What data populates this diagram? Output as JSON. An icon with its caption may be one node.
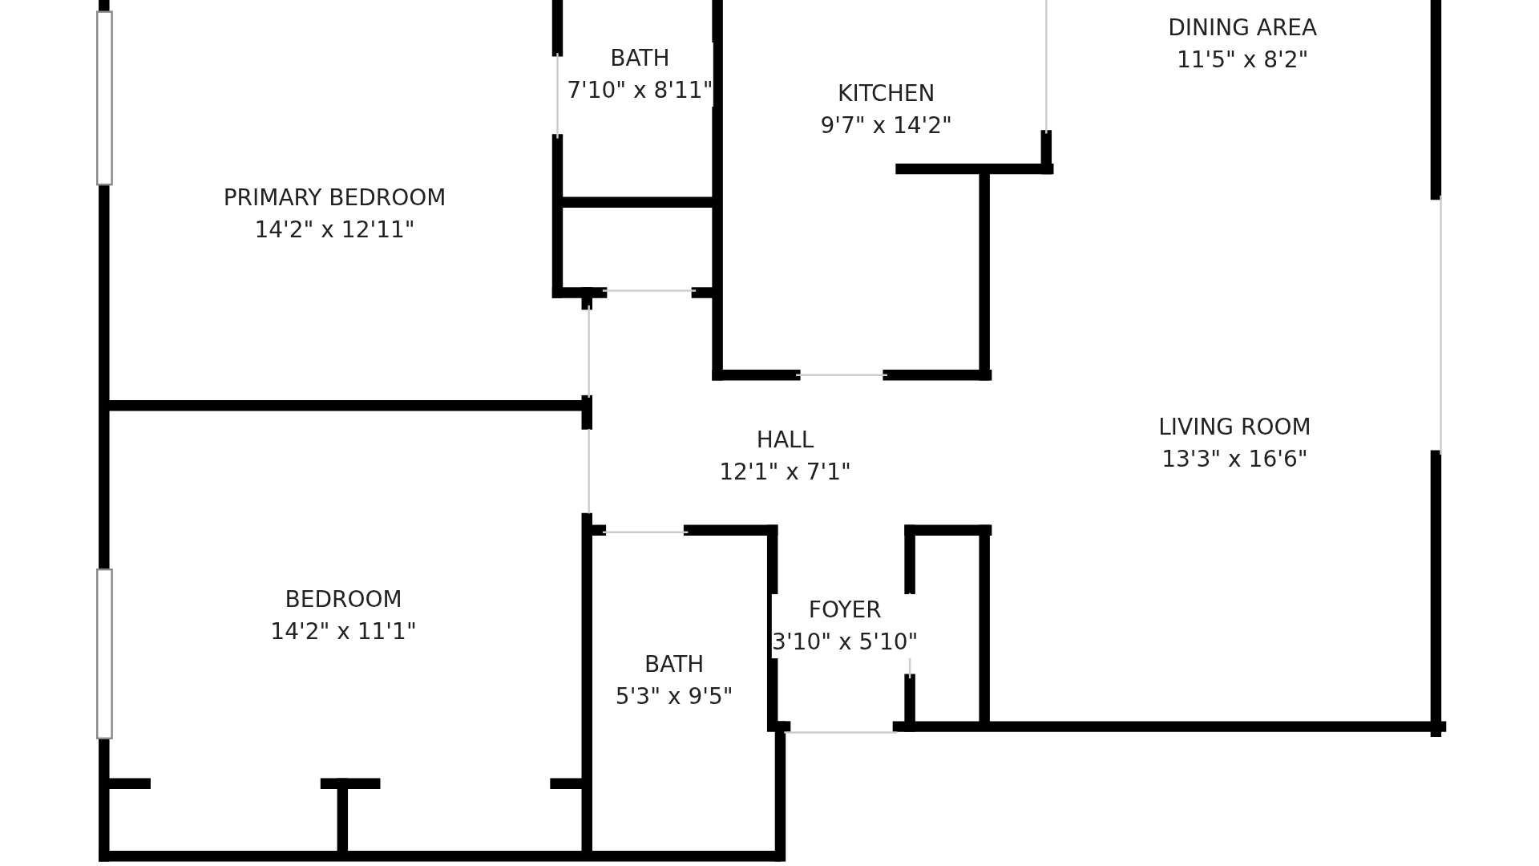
{
  "diagram": {
    "nodes": [
      {
        "text": [
          "PRIMARY BEDROOM",
          "14'2\" x 12'11\""
        ]
      },
      {
        "text": [
          "BATH",
          "7'10\" x 8'11\""
        ]
      },
      {
        "text": [
          "KITCHEN",
          "9'7\" x 14'2\""
        ]
      },
      {
        "text": [
          "DINING AREA",
          "11'5\" x 8'2\""
        ]
      },
      {
        "text": [
          "HALL",
          "12'1\" x 7'1\""
        ]
      },
      {
        "text": [
          "LIVING ROOM",
          "13'3\" x 16'6\""
        ]
      },
      {
        "text": [
          "BEDROOM",
          "14'2\" x 11'1\""
        ]
      },
      {
        "text": [
          "FOYER",
          "3'10\" x 5'10\""
        ]
      },
      {
        "text": [
          "BATH",
          "5'3\" x 9'5\""
        ]
      }
    ]
  }
}
